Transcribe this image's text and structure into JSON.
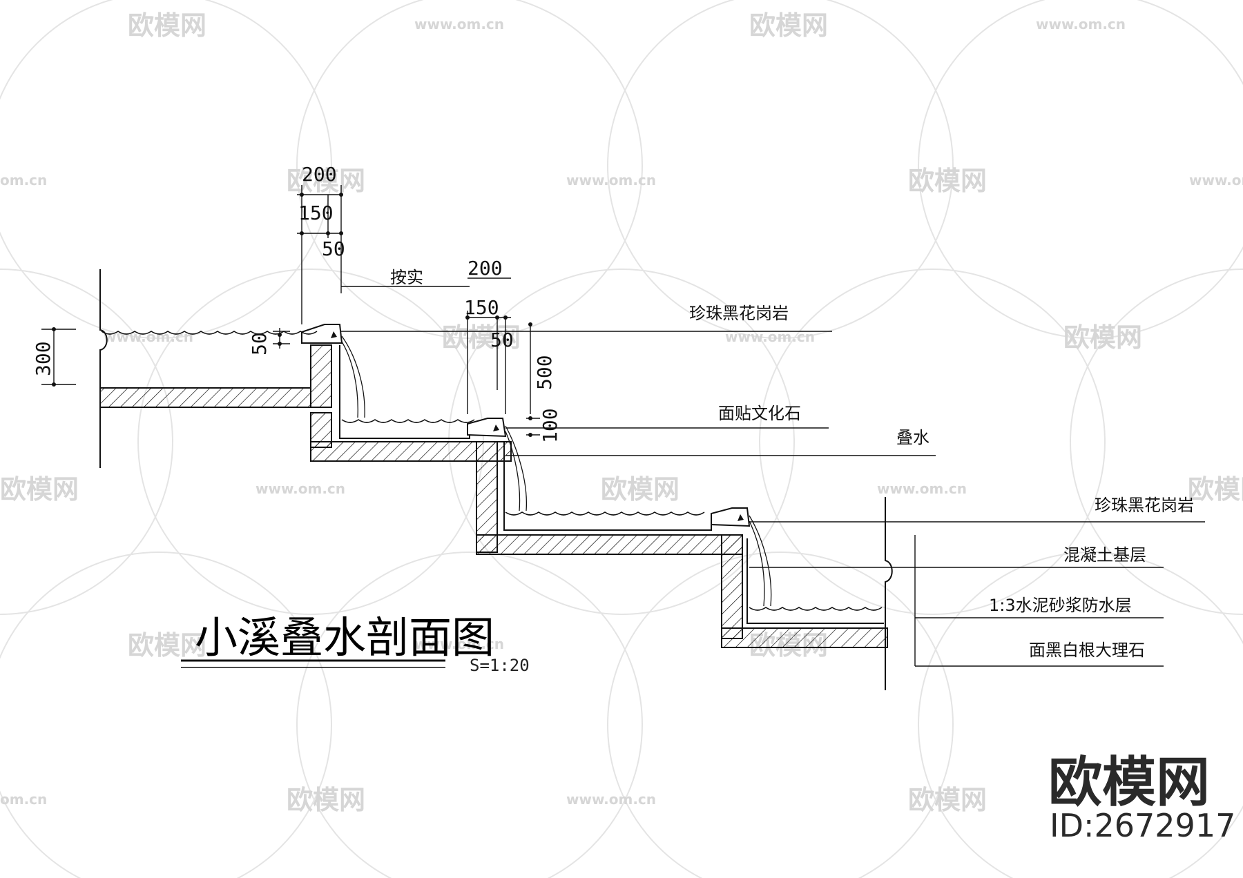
{
  "watermark": {
    "brand_text": "欧模网",
    "url_text": "www.om.cn",
    "url_fragment": "om.cn"
  },
  "drawing": {
    "title": "小溪叠水剖面图",
    "scale": "S=1:20",
    "dimensions": {
      "d200_top": "200",
      "d150_top": "150",
      "d50_top": "50",
      "d200_mid": "200",
      "d150_mid": "150",
      "d50_mid": "50",
      "d500": "500",
      "d100": "100",
      "d300": "300",
      "d50_left": "50",
      "as_built": "按实"
    },
    "labels": {
      "granite_top": "珍珠黑花岗岩",
      "culture_stone": "面贴文化石",
      "cascade": "叠水",
      "granite_right": "珍珠黑花岗岩",
      "concrete_base": "混凝土基层",
      "waterproof": "1:3水泥砂浆防水层",
      "marble": "面黑白根大理石"
    }
  },
  "brand": {
    "name": "欧模网",
    "id": "ID:2672917"
  },
  "colors": {
    "line": "#111111",
    "watermark": "#d6d6d6",
    "brand": "#2a2a2a"
  }
}
